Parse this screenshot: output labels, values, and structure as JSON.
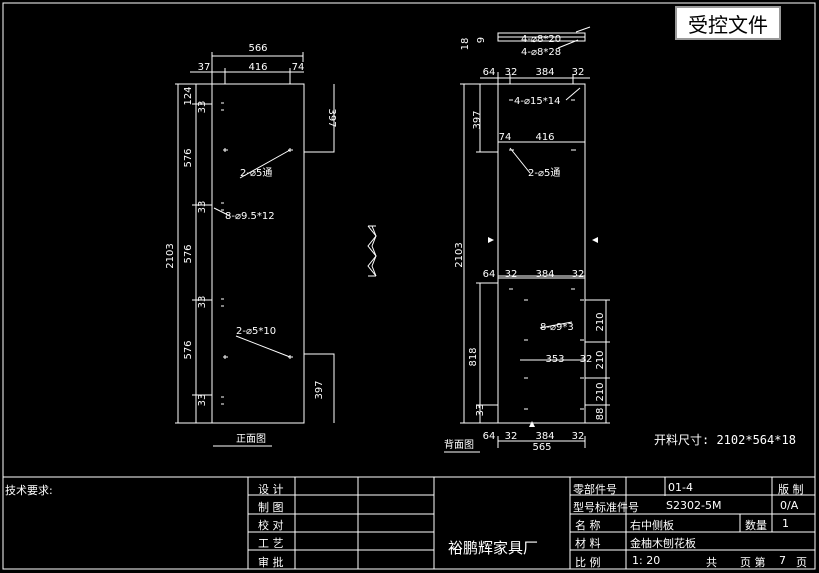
{
  "stamp": "受控文件",
  "cut_size": "开料尺寸: 2102*564*18",
  "front_view": {
    "title": "正面图",
    "dims": {
      "width": "566",
      "w37": "37",
      "w416": "416",
      "w74": "74",
      "h124": "124",
      "h576a": "576",
      "h576b": "576",
      "h576c": "576",
      "h2103": "2103",
      "r397a": "397",
      "r397b": "397",
      "s33a": "33",
      "s33b": "33",
      "s33c": "33",
      "s33d": "33"
    },
    "notes": {
      "n1": "2-⌀5通",
      "n2": "8-⌀9.5*12",
      "n3": "2-⌀5*10"
    }
  },
  "back_view": {
    "title": "背面图",
    "dims": {
      "t18": "18",
      "t9": "9",
      "h4a": "4-⌀8*20",
      "h4b": "4-⌀8*28",
      "top64": "64",
      "top32a": "32",
      "top384": "384",
      "top32b": "32",
      "h4c": "4-⌀15*14",
      "l397": "397",
      "w74": "74",
      "w416": "416",
      "n1": "2-⌀5通",
      "h2103": "2103",
      "mid64": "64",
      "mid32a": "32",
      "mid384": "384",
      "mid32b": "32",
      "n2": "8-⌀9*3",
      "d353": "353",
      "d32": "32",
      "l818": "818",
      "l33": "33",
      "r210a": "210",
      "r210b": "210",
      "r210c": "210",
      "r88": "88",
      "bot64": "64",
      "bot32a": "32",
      "bot384": "384",
      "bot32b": "32",
      "bot565": "565"
    }
  },
  "title_block": {
    "tech_req": "技术要求:",
    "roles": [
      "设 计",
      "制 图",
      "校 对",
      "工 艺",
      "审 批"
    ],
    "company": "裕鹏辉家具厂",
    "fields": {
      "part_no_label": "零部件号",
      "part_no": "01-4",
      "model_label": "型号标准件号",
      "model": "S2302-5M",
      "name_label": "名 称",
      "name": "右中侧板",
      "material_label": "材 料",
      "material": "金柚木刨花板",
      "scale_label": "比 例",
      "scale": "1: 20",
      "version_label": "版 制",
      "version": "0/A",
      "qty_label": "数量",
      "qty": "1",
      "total_label": "共",
      "page_label": "页 第",
      "page": "7",
      "page_suffix": "页"
    }
  }
}
